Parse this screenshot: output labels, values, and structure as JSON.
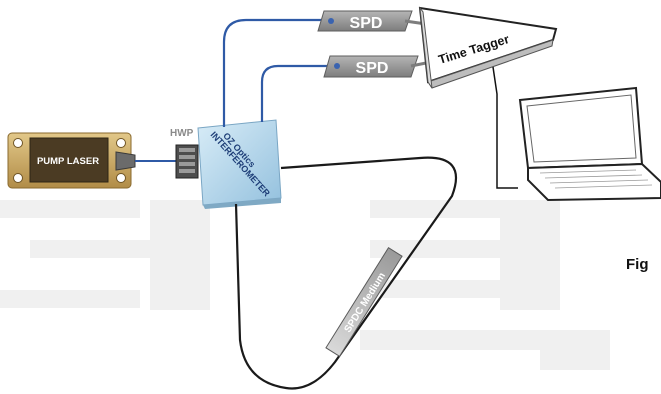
{
  "diagram": {
    "pump_laser_label": "PUMP LASER",
    "hwp_label": "HWP",
    "interferometer_label_line1": "OZ Optics",
    "interferometer_label_line2": "INTERFEROMETER",
    "spd_top_label": "SPD",
    "spd_bottom_label": "SPD",
    "time_tagger_label": "Time Tagger",
    "spdc_medium_label": "SPDC Medium",
    "figure_caption_fragment": "Fig"
  },
  "colors": {
    "fiber_blue": "#2f5aa6",
    "fiber_black": "#1a1a1a",
    "laser_gold": "#c9a86a",
    "laser_dark": "#4a3a22",
    "box_blue": "#b8d8ea",
    "spd_gray": "#8f8f8f",
    "watermark_gray": "#efefef"
  }
}
